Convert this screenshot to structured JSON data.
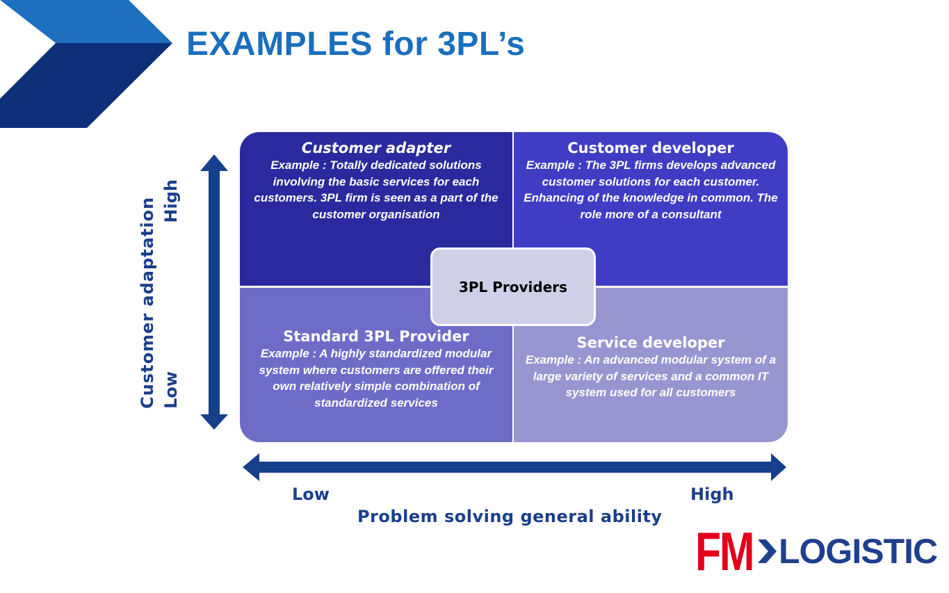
{
  "title": "EXAMPLES for 3PL’s",
  "colors": {
    "title": "#1a6fbd",
    "axis": "#1a3f8c",
    "quadrant_top_left": "#2a2a9e",
    "quadrant_top_right": "#3f3dc4",
    "quadrant_bottom_left": "#6f6cc8",
    "quadrant_bottom_right": "#9896d0",
    "center": "#cfd0e8",
    "logo_red": "#e3001b",
    "logo_blue": "#1f3f8f"
  },
  "matrix": {
    "top_left": {
      "heading": "Customer adapter",
      "body": "Example : Totally dedicated solutions involving the basic services for each customers. 3PL firm is seen as a part of the customer organisation"
    },
    "top_right": {
      "heading": "Customer developer",
      "body": "Example : The 3PL firms develops advanced customer solutions for each customer. Enhancing of the knowledge in common. The role more of a consultant"
    },
    "bottom_left": {
      "heading": "Standard 3PL Provider",
      "body": "Example : A highly standardized modular system where customers are offered their own relatively simple combination of standardized services"
    },
    "bottom_right": {
      "heading": "Service developer",
      "body": "Example : An advanced modular system of a large variety of services and a common IT system used for all customers"
    },
    "center_label": "3PL Providers"
  },
  "y_axis": {
    "title": "Customer adaptation",
    "low": "Low",
    "high": "High"
  },
  "x_axis": {
    "title": "Problem solving general ability",
    "low": "Low",
    "high": "High"
  },
  "logo": {
    "brand": "FM",
    "word": "LOGISTIC",
    "arrow_icon": "chevron-right-icon"
  }
}
